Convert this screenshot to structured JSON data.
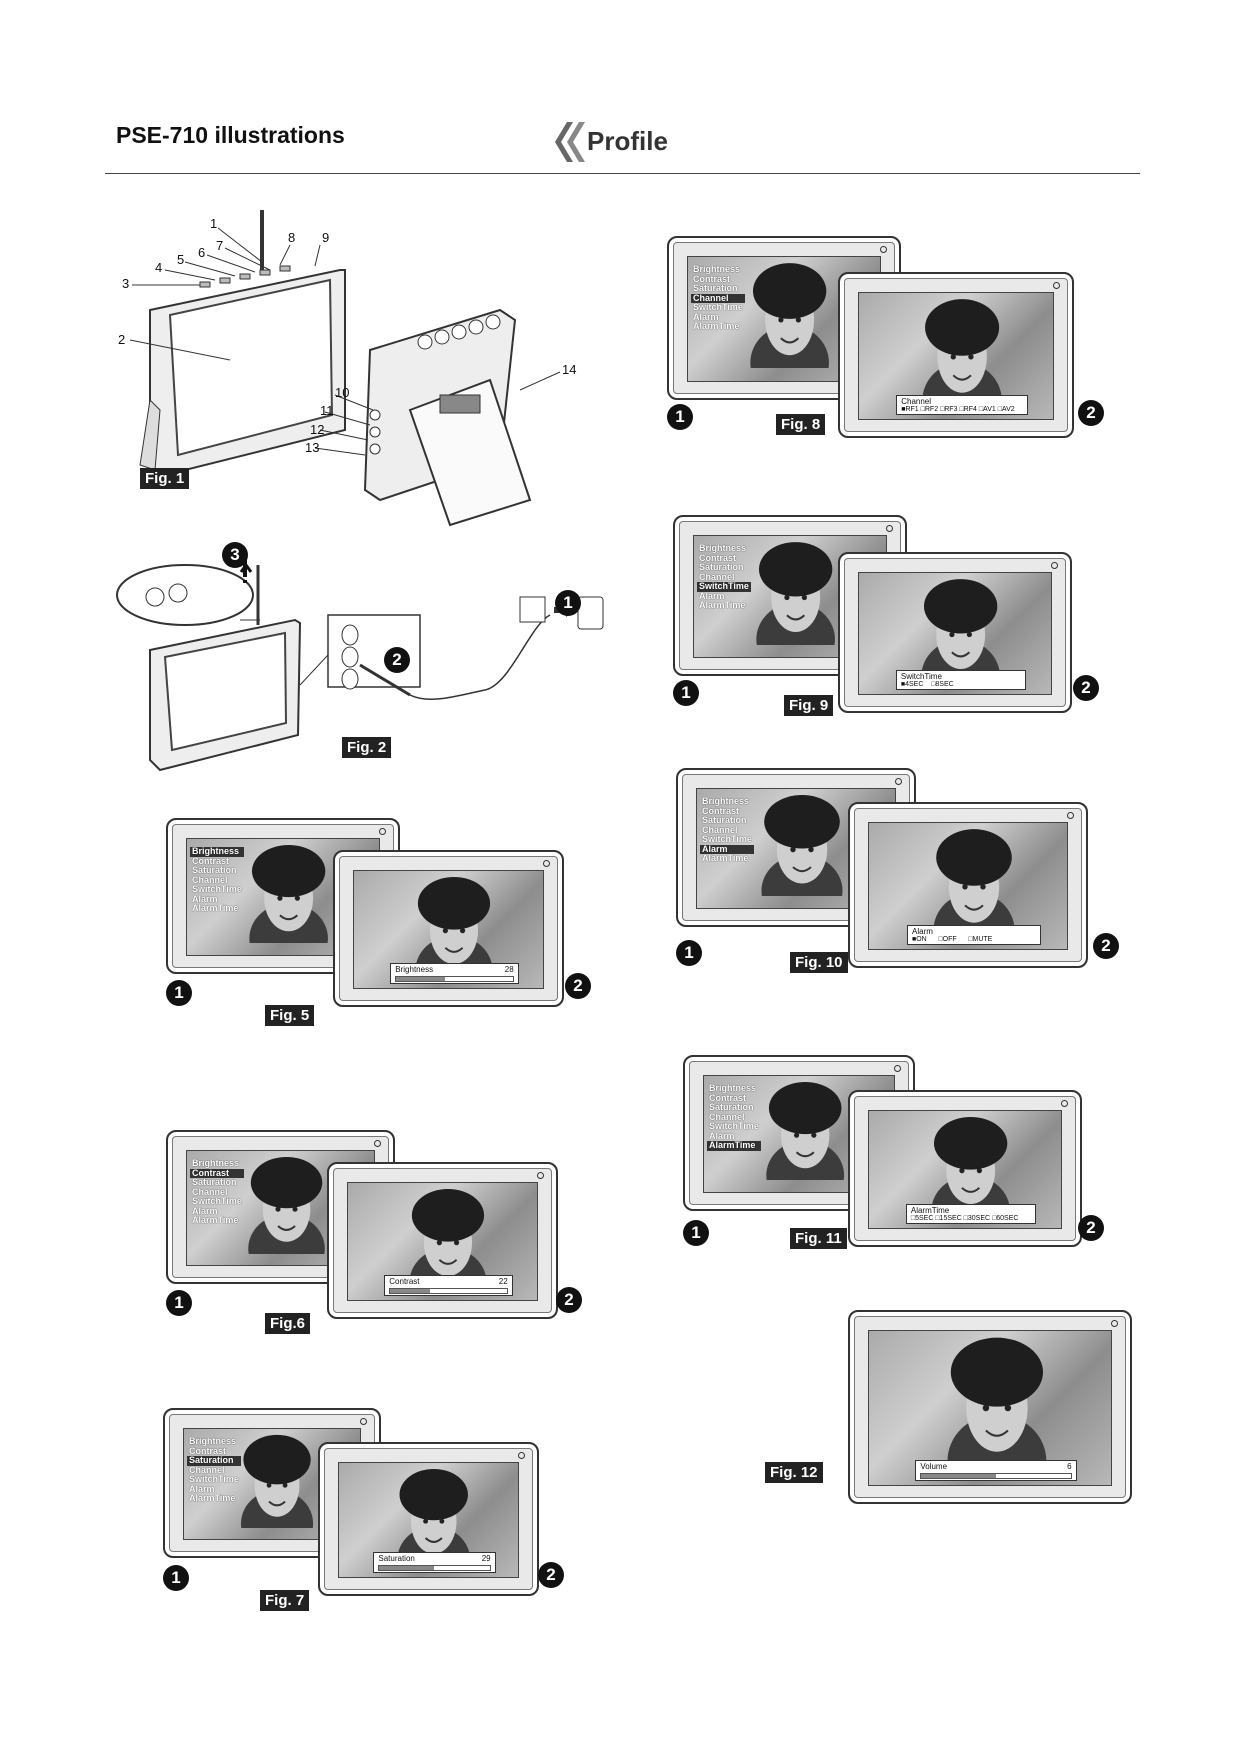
{
  "header": {
    "title": "PSE-710 illustrations",
    "logo_text": "Profile"
  },
  "menu_items": [
    "Brightness",
    "Contrast",
    "Saturation",
    "Channel",
    "SwitchTime",
    "Alarm",
    "AlarmTime"
  ],
  "fig1": {
    "label": "Fig. 1",
    "callouts": [
      "1",
      "2",
      "3",
      "4",
      "5",
      "6",
      "7",
      "8",
      "9",
      "10",
      "11",
      "12",
      "13",
      "14"
    ]
  },
  "fig2": {
    "label": "Fig. 2",
    "steps": [
      "1",
      "2",
      "3"
    ]
  },
  "fig5": {
    "label": "Fig. 5",
    "osd_title": "Brightness",
    "osd_value": "28",
    "level": 0.42
  },
  "fig6": {
    "label": "Fig.6",
    "osd_title": "Contrast",
    "osd_value": "22",
    "level": 0.34
  },
  "fig7": {
    "label": "Fig. 7",
    "osd_title": "Saturation",
    "osd_value": "29",
    "level": 0.5
  },
  "fig8": {
    "label": "Fig. 8",
    "osd_title": "Channel",
    "osd_options": "■RF1 □RF2 □RF3 □RF4 □AV1 □AV2"
  },
  "fig9": {
    "label": "Fig. 9",
    "osd_title": "SwitchTime",
    "osd_options": "■4SEC    □8SEC"
  },
  "fig10": {
    "label": "Fig. 10",
    "osd_title": "Alarm",
    "osd_options": "■ON      □OFF      □MUTE"
  },
  "fig11": {
    "label": "Fig. 11",
    "osd_title": "AlarmTime",
    "osd_options": "□5SEC □15SEC □30SEC □60SEC"
  },
  "fig12": {
    "label": "Fig. 12",
    "osd_title": "Volume",
    "osd_value": "6",
    "level": 0.5
  },
  "step_numbers": {
    "one": "1",
    "two": "2"
  }
}
